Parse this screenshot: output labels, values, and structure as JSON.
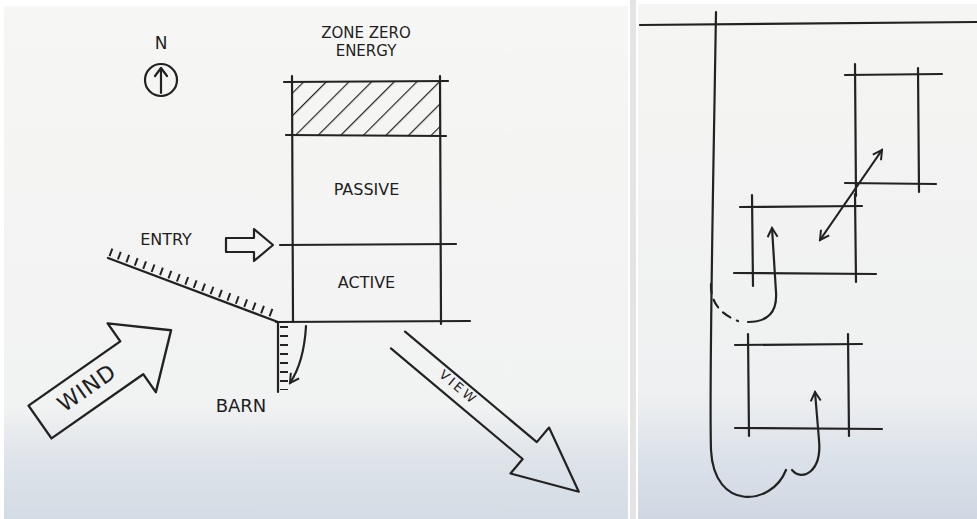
{
  "diagram": {
    "nodes": [
      {
        "text": [
          "ZONE ZERO ENERGY"
        ]
      },
      {
        "text": [
          "PASSIVE"
        ]
      },
      {
        "text": [
          "ACTIVE"
        ]
      }
    ],
    "labels": [
      "N",
      "ENTRY",
      "BARN",
      "WIND",
      "VIEW"
    ]
  }
}
